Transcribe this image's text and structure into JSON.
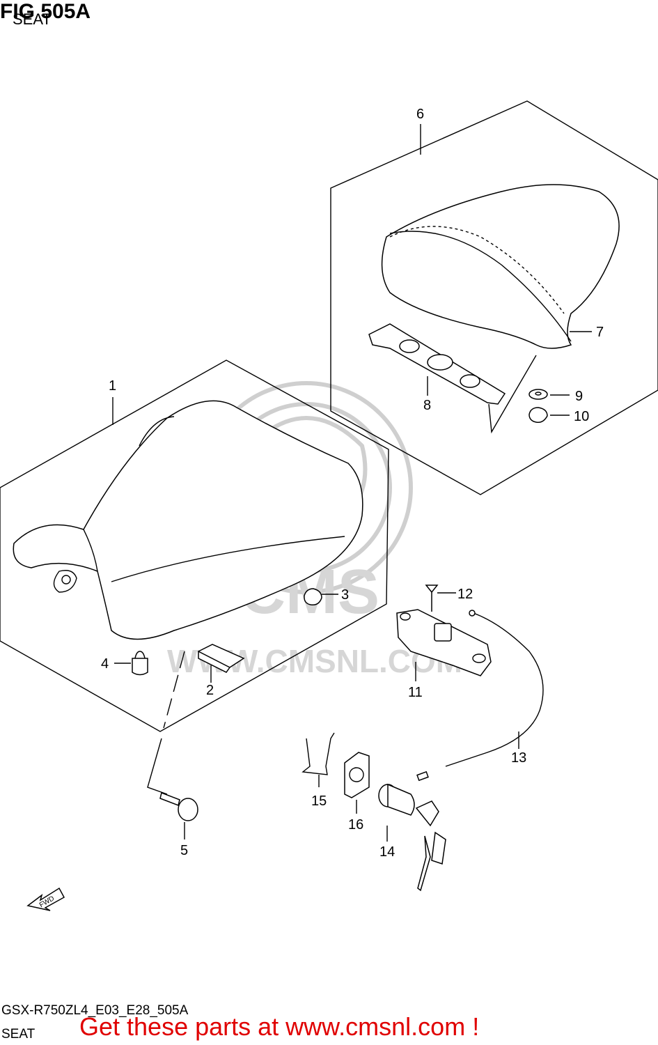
{
  "figure": {
    "title": "FIG 505A",
    "subtitle": "SEAT"
  },
  "callouts": [
    "1",
    "2",
    "3",
    "4",
    "5",
    "6",
    "7",
    "8",
    "9",
    "10",
    "11",
    "12",
    "13",
    "14",
    "15",
    "16"
  ],
  "watermark": {
    "text": "WWW.CMSNL.COM",
    "logo": "CMS"
  },
  "fwd_label": "FWD",
  "footer": {
    "model_code": "GSX-R750ZL4_E03_E28_505A",
    "section_name": "SEAT",
    "promo": "Get these parts at www.cmsnl.com !"
  },
  "colors": {
    "promo": "#e00000",
    "watermark": "#cfcfcf",
    "line": "#000000"
  }
}
